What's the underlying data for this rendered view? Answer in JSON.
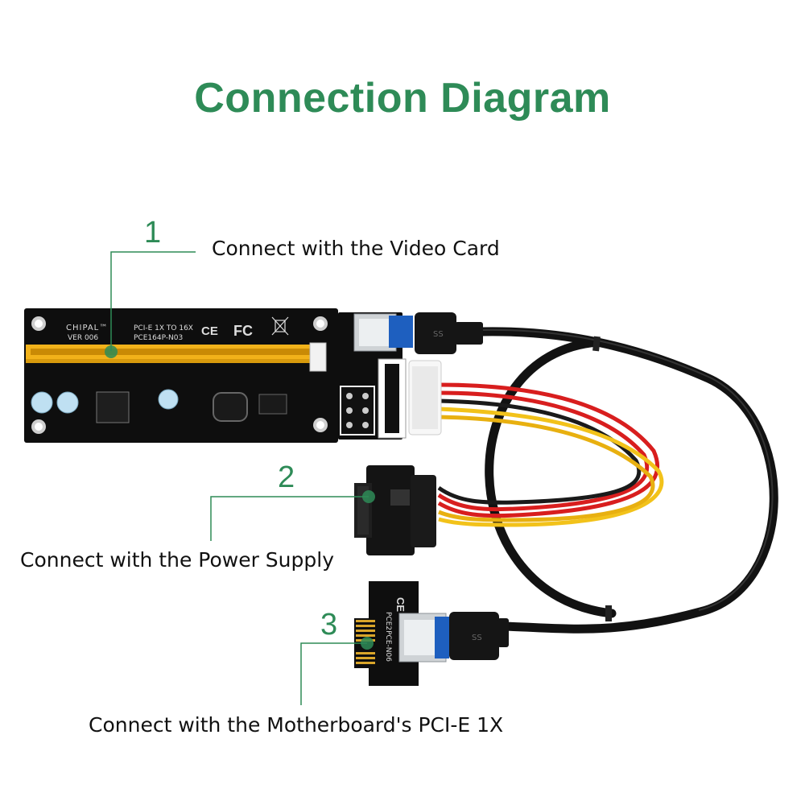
{
  "title": "Connection Diagram",
  "colors": {
    "accent": "#2e8b57",
    "pcb": "#0e0e0e",
    "slot": "#f2b21a",
    "wire_red": "#d81e1e",
    "wire_yellow": "#f2c21a",
    "cable": "#121212"
  },
  "callouts": [
    {
      "number": "1",
      "text": "Connect with the Video Card"
    },
    {
      "number": "2",
      "text": "Connect with the Power Supply"
    },
    {
      "number": "3",
      "text": "Connect with the Motherboard's PCI-E 1X"
    }
  ],
  "board": {
    "brand": "CHIPAL™",
    "version": "VER 006",
    "spec": "PCI-E 1X TO 16X",
    "model": "PCE164P-N03",
    "ce": "CE",
    "fc": "FC"
  },
  "adapter": {
    "model": "PCE2PCE-N06",
    "ce": "CE"
  },
  "usb_logo": "SS"
}
